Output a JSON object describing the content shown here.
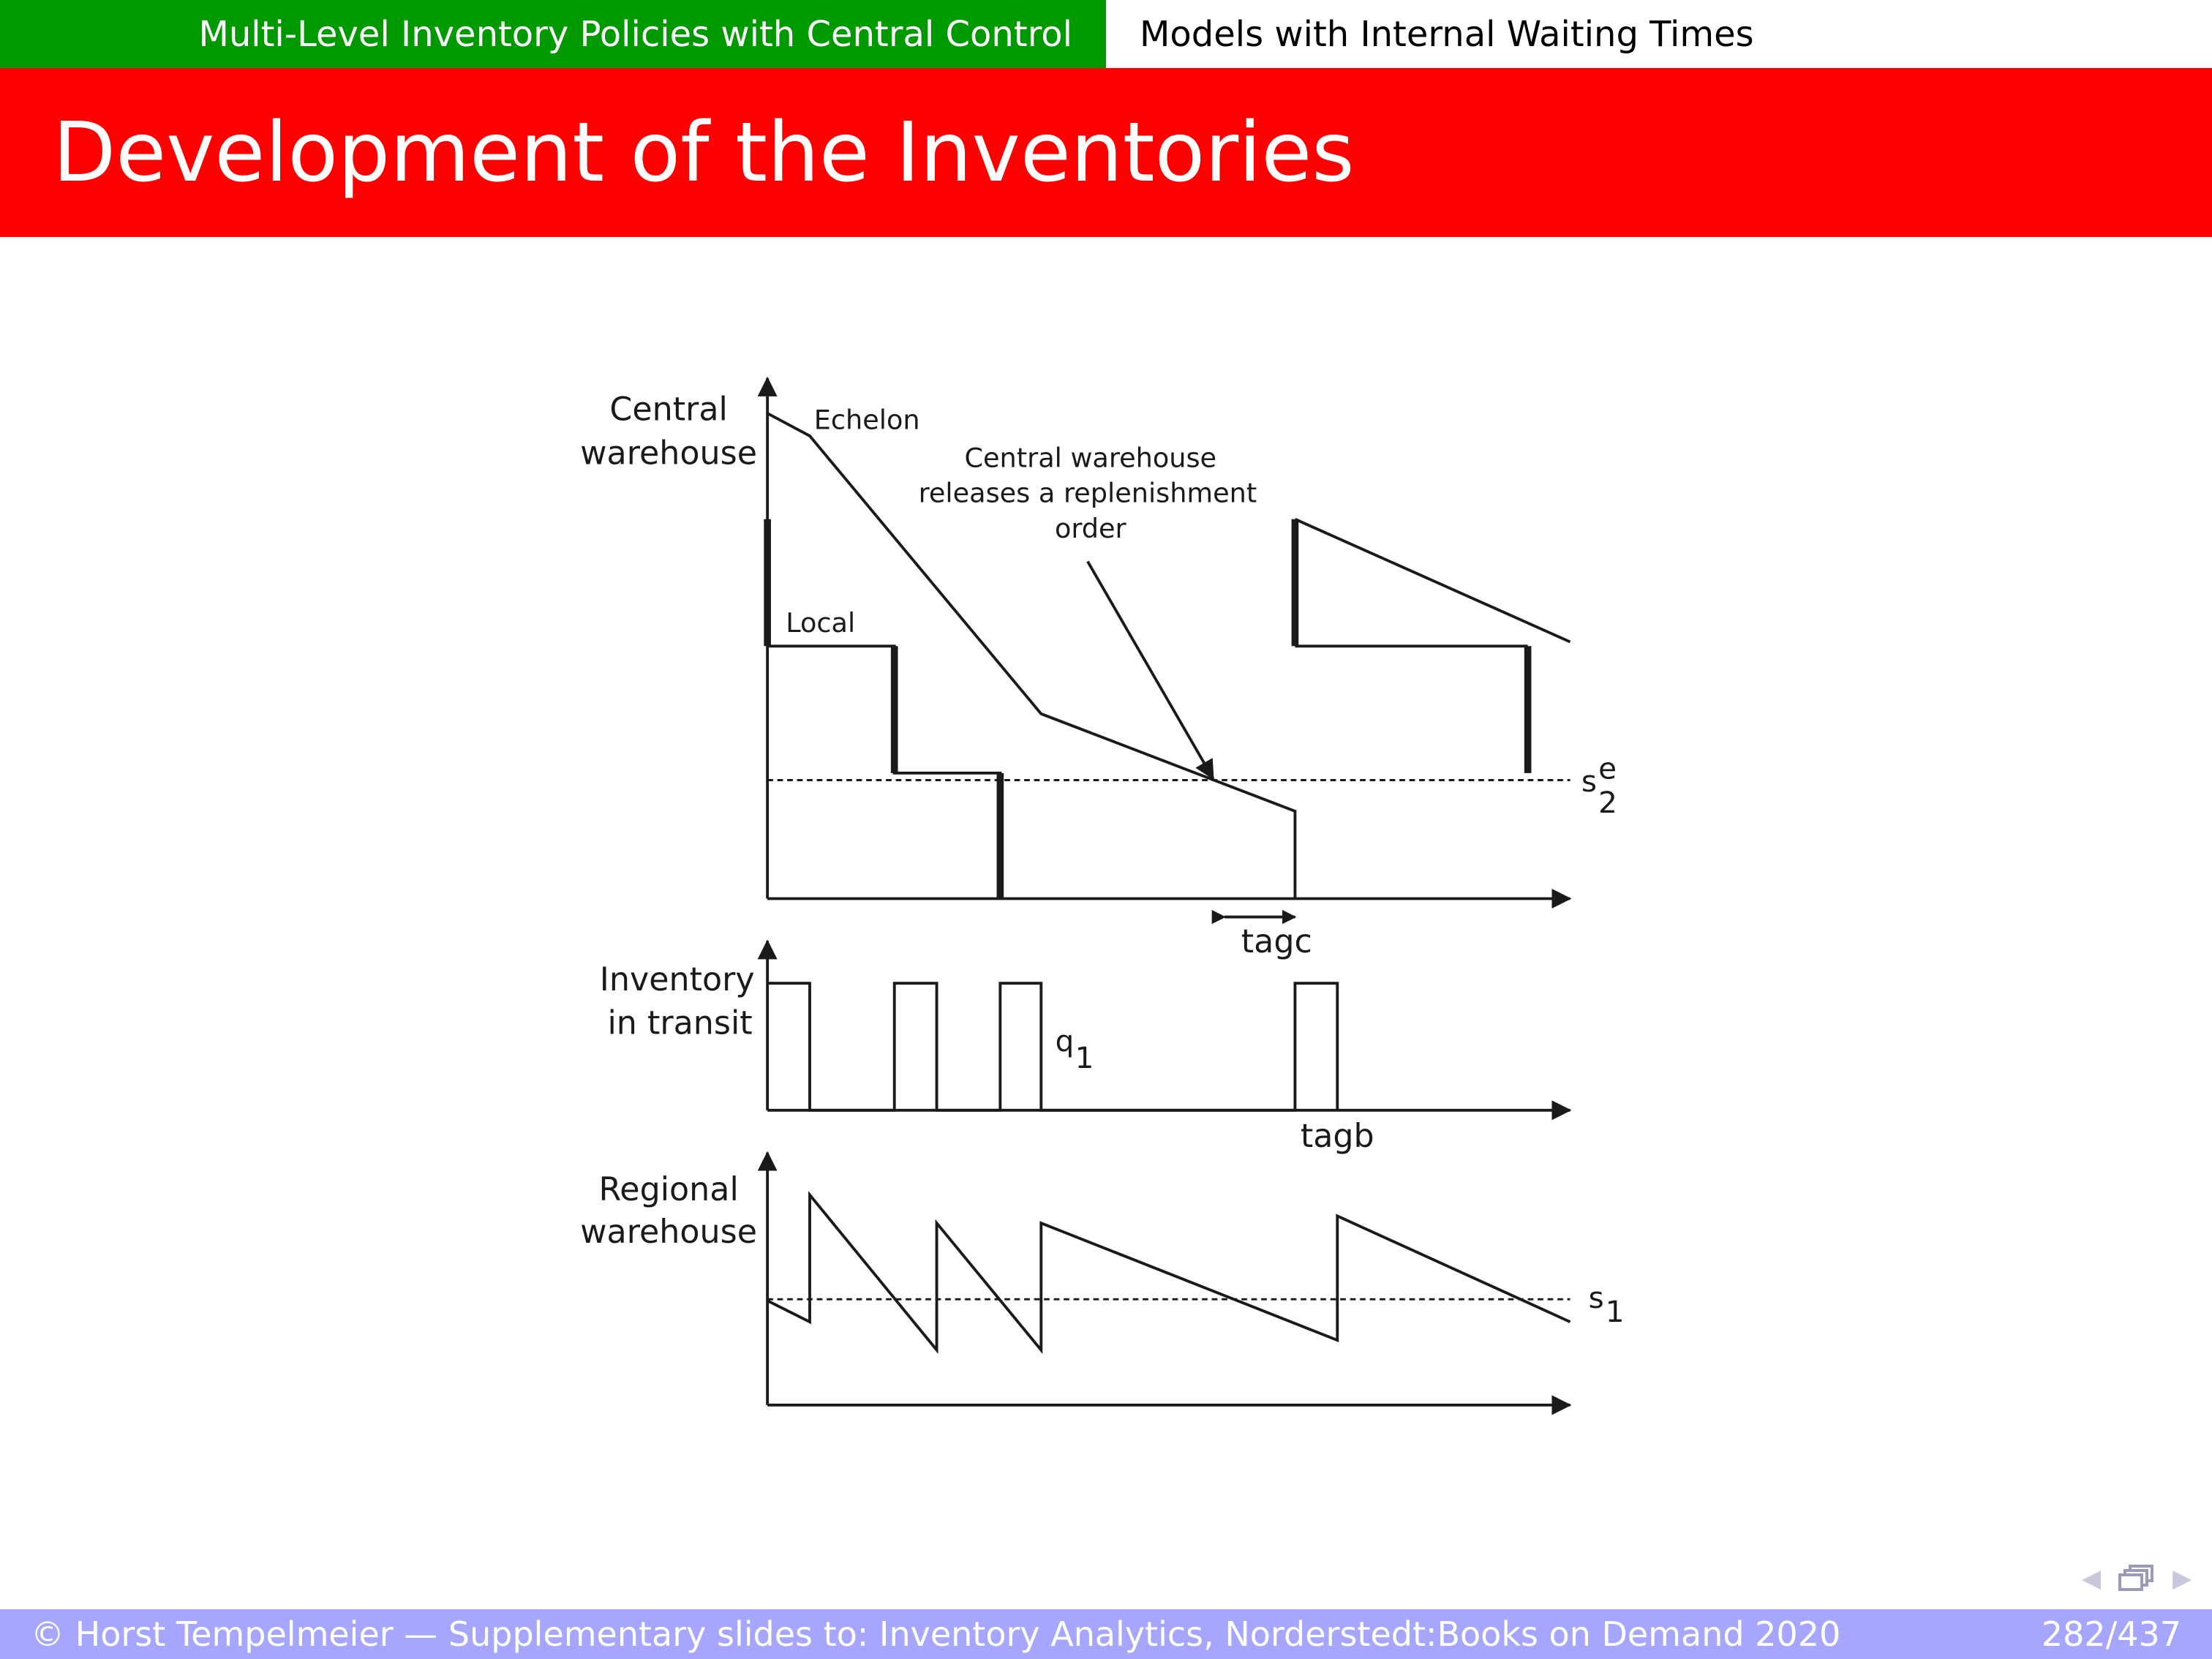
{
  "header": {
    "section": "Multi-Level Inventory Policies with Central Control",
    "subsection": "Models with Internal Waiting Times"
  },
  "title": "Development of the Inventories",
  "diagram": {
    "central_label": [
      "Central",
      "warehouse"
    ],
    "echelon_label": "Echelon",
    "local_label": "Local",
    "annotation": [
      "Central warehouse",
      "releases a replenishment",
      "order"
    ],
    "s2e_label": {
      "base": "s",
      "sup": "e",
      "sub": "2"
    },
    "tagc_label": "tagc",
    "transit_label": [
      "Inventory",
      "in transit"
    ],
    "q1_label": {
      "base": "q",
      "sub": "1"
    },
    "tagb_label": "tagb",
    "regional_label": [
      "Regional",
      "warehouse"
    ],
    "s1_label": {
      "base": "s",
      "sub": "1"
    }
  },
  "footer": {
    "credit": "© Horst Tempelmeier — Supplementary slides to: Inventory Analytics, Norderstedt:Books on Demand 2020",
    "page": "282/437"
  },
  "nav": {
    "prev": "◀",
    "next": "▶",
    "frames": "frames-icon"
  }
}
